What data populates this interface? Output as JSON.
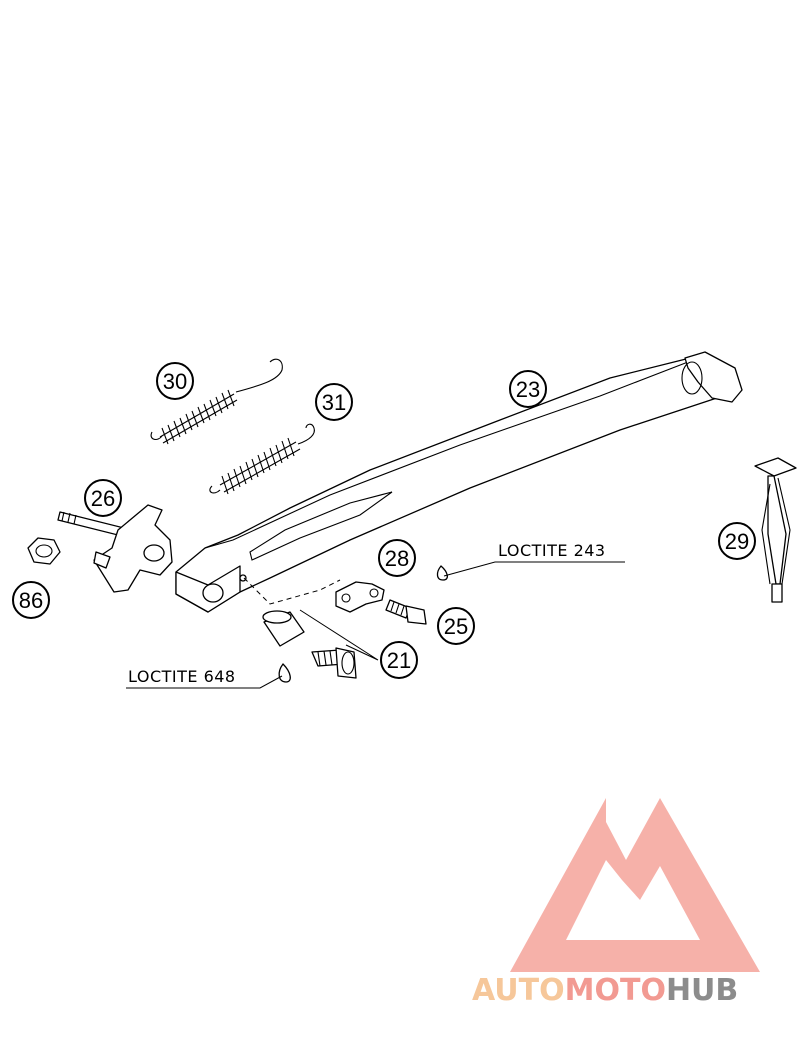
{
  "diagram": {
    "callouts": [
      {
        "id": "30",
        "label": "30"
      },
      {
        "id": "31",
        "label": "31"
      },
      {
        "id": "23",
        "label": "23"
      },
      {
        "id": "26",
        "label": "26"
      },
      {
        "id": "86",
        "label": "86"
      },
      {
        "id": "28",
        "label": "28"
      },
      {
        "id": "25",
        "label": "25"
      },
      {
        "id": "21",
        "label": "21"
      },
      {
        "id": "29",
        "label": "29"
      }
    ],
    "notes": {
      "loctite_243": "LOCTITE 243",
      "loctite_648": "LOCTITE 648"
    }
  },
  "watermark": {
    "part1": "AUTO",
    "part2": "MOTO",
    "part3": "HUB",
    "colors": {
      "auto": "#f6c79a",
      "moto": "#f29a92",
      "hub": "#8c8c8c",
      "logo": "#f4a39a"
    }
  }
}
